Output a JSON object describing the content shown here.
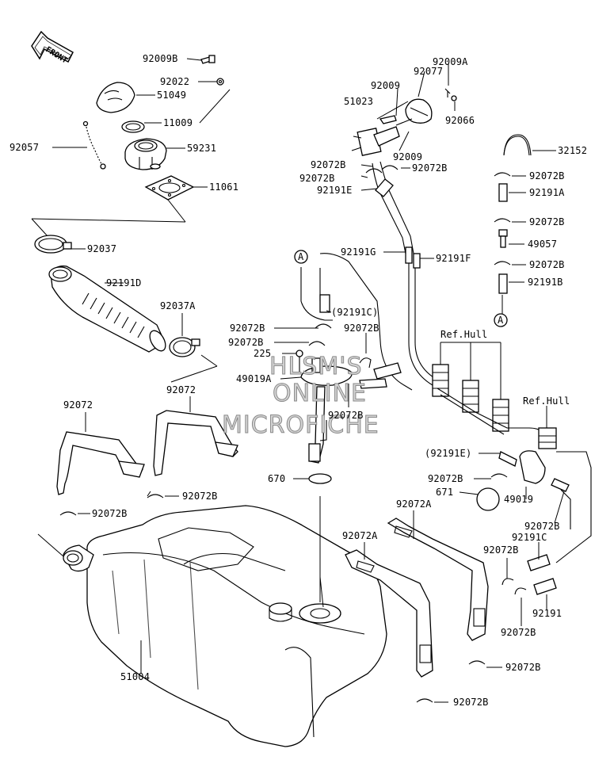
{
  "orientation_label": "FRONT",
  "watermark": {
    "line1": "HLSM'S",
    "line2": "ONLINE",
    "line3": "MICROFICHE"
  },
  "part_labels": [
    {
      "id": "p92009B",
      "text": "92009B"
    },
    {
      "id": "p92022",
      "text": "92022"
    },
    {
      "id": "p51049",
      "text": "51049"
    },
    {
      "id": "p11009",
      "text": "11009"
    },
    {
      "id": "p92057",
      "text": "92057"
    },
    {
      "id": "p59231",
      "text": "59231"
    },
    {
      "id": "p11061",
      "text": "11061"
    },
    {
      "id": "p92037",
      "text": "92037"
    },
    {
      "id": "p92191D",
      "text": "92191D"
    },
    {
      "id": "p92037A",
      "text": "92037A"
    },
    {
      "id": "p92072a",
      "text": "92072"
    },
    {
      "id": "p92072b",
      "text": "92072"
    },
    {
      "id": "p92072B_1",
      "text": "92072B"
    },
    {
      "id": "p92072B_2",
      "text": "92072B"
    },
    {
      "id": "p51004",
      "text": "51004"
    },
    {
      "id": "p92077",
      "text": "92077"
    },
    {
      "id": "p92009A",
      "text": "92009A"
    },
    {
      "id": "p92009_1",
      "text": "92009"
    },
    {
      "id": "p51023",
      "text": "51023"
    },
    {
      "id": "p92066",
      "text": "92066"
    },
    {
      "id": "p92009_2",
      "text": "92009"
    },
    {
      "id": "p92072B_3",
      "text": "92072B"
    },
    {
      "id": "p92072B_4",
      "text": "92072B"
    },
    {
      "id": "p92072B_5",
      "text": "92072B"
    },
    {
      "id": "p92191E",
      "text": "92191E"
    },
    {
      "id": "p92191G",
      "text": "92191G"
    },
    {
      "id": "p92191F",
      "text": "92191F"
    },
    {
      "id": "p92191C_paren",
      "text": "(92191C)"
    },
    {
      "id": "p92072B_6",
      "text": "92072B"
    },
    {
      "id": "p92072B_7",
      "text": "92072B"
    },
    {
      "id": "p92072B_8",
      "text": "92072B"
    },
    {
      "id": "p225",
      "text": "225"
    },
    {
      "id": "p49019A",
      "text": "49019A"
    },
    {
      "id": "p92072B_9",
      "text": "92072B"
    },
    {
      "id": "p670",
      "text": "670"
    },
    {
      "id": "p32152",
      "text": "32152"
    },
    {
      "id": "p92072B_10",
      "text": "92072B"
    },
    {
      "id": "p92191A",
      "text": "92191A"
    },
    {
      "id": "p92072B_11",
      "text": "92072B"
    },
    {
      "id": "p49057",
      "text": "49057"
    },
    {
      "id": "p92072B_12",
      "text": "92072B"
    },
    {
      "id": "p92191B",
      "text": "92191B"
    },
    {
      "id": "pRefHull1",
      "text": "Ref.Hull"
    },
    {
      "id": "pRefHull2",
      "text": "Ref.Hull"
    },
    {
      "id": "p92191E_paren",
      "text": "(92191E)"
    },
    {
      "id": "p92072B_13",
      "text": "92072B"
    },
    {
      "id": "p671",
      "text": "671"
    },
    {
      "id": "p49019",
      "text": "49019"
    },
    {
      "id": "p92072A_1",
      "text": "92072A"
    },
    {
      "id": "p92072A_2",
      "text": "92072A"
    },
    {
      "id": "p92072B_14",
      "text": "92072B"
    },
    {
      "id": "p92191C",
      "text": "92191C"
    },
    {
      "id": "p92072B_15",
      "text": "92072B"
    },
    {
      "id": "p92191",
      "text": "92191"
    },
    {
      "id": "p92072B_16",
      "text": "92072B"
    },
    {
      "id": "p92072B_17",
      "text": "92072B"
    },
    {
      "id": "p92072B_18",
      "text": "92072B"
    }
  ],
  "reference_markers": [
    {
      "id": "refA1",
      "text": "A"
    },
    {
      "id": "refA2",
      "text": "A"
    }
  ]
}
